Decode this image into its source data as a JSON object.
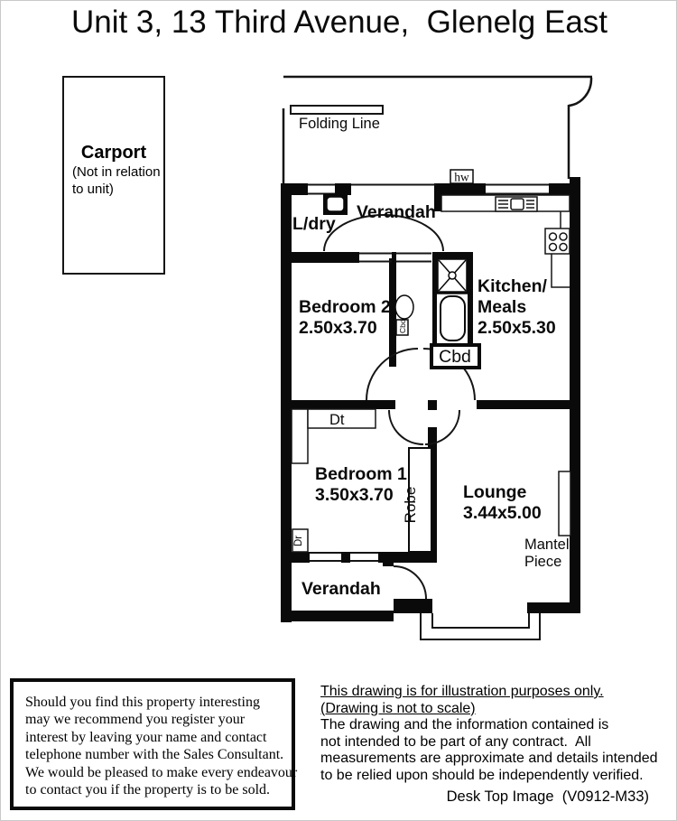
{
  "title": "Unit 3, 13 Third Avenue,  Glenelg East",
  "carport": {
    "name": "Carport",
    "note_line1": "(Not in relation",
    "note_line2": "to unit)"
  },
  "plan": {
    "labels": {
      "folding_line": "Folding Line",
      "hw": "hw",
      "ldry": "L/dry",
      "verandah_top": "Verandah",
      "kitchen_line1": "Kitchen/",
      "kitchen_line2": "Meals",
      "kitchen_dim": "2.50x5.30",
      "bed2": "Bedroom 2",
      "bed2_dim": "2.50x3.70",
      "cbd_small": "Cbd",
      "cbd_box": "Cbd",
      "dt": "Dt",
      "bed1": "Bedroom 1",
      "bed1_dim": "3.50x3.70",
      "robe": "Robe",
      "lounge": "Lounge",
      "lounge_dim": "3.44x5.00",
      "mantel_line1": "Mantel",
      "mantel_line2": "Piece",
      "dr": "Dr",
      "verandah_bottom": "Verandah"
    }
  },
  "register_box": {
    "lines": [
      "Should you find this property interesting",
      "may we recommend you register your",
      "interest by leaving your name and contact",
      "telephone number with the Sales Consultant.",
      "We would be pleased to make every endeavour",
      "to contact you if the property is to be sold."
    ]
  },
  "disclaimer": {
    "underlined_lines": [
      "This drawing is for illustration purposes only.",
      "(Drawing is not to scale)"
    ],
    "lines": [
      "The drawing and the information contained is",
      "not intended to be part of any contract.  All",
      "measurements are approximate and details intended",
      "to be relied upon should be independently verified."
    ],
    "credit": "Desk Top Image  (V0912-M33)"
  },
  "colors": {
    "wall": "#0a0a0a",
    "background": "#ffffff",
    "frame_border": "#c9c9c9"
  }
}
